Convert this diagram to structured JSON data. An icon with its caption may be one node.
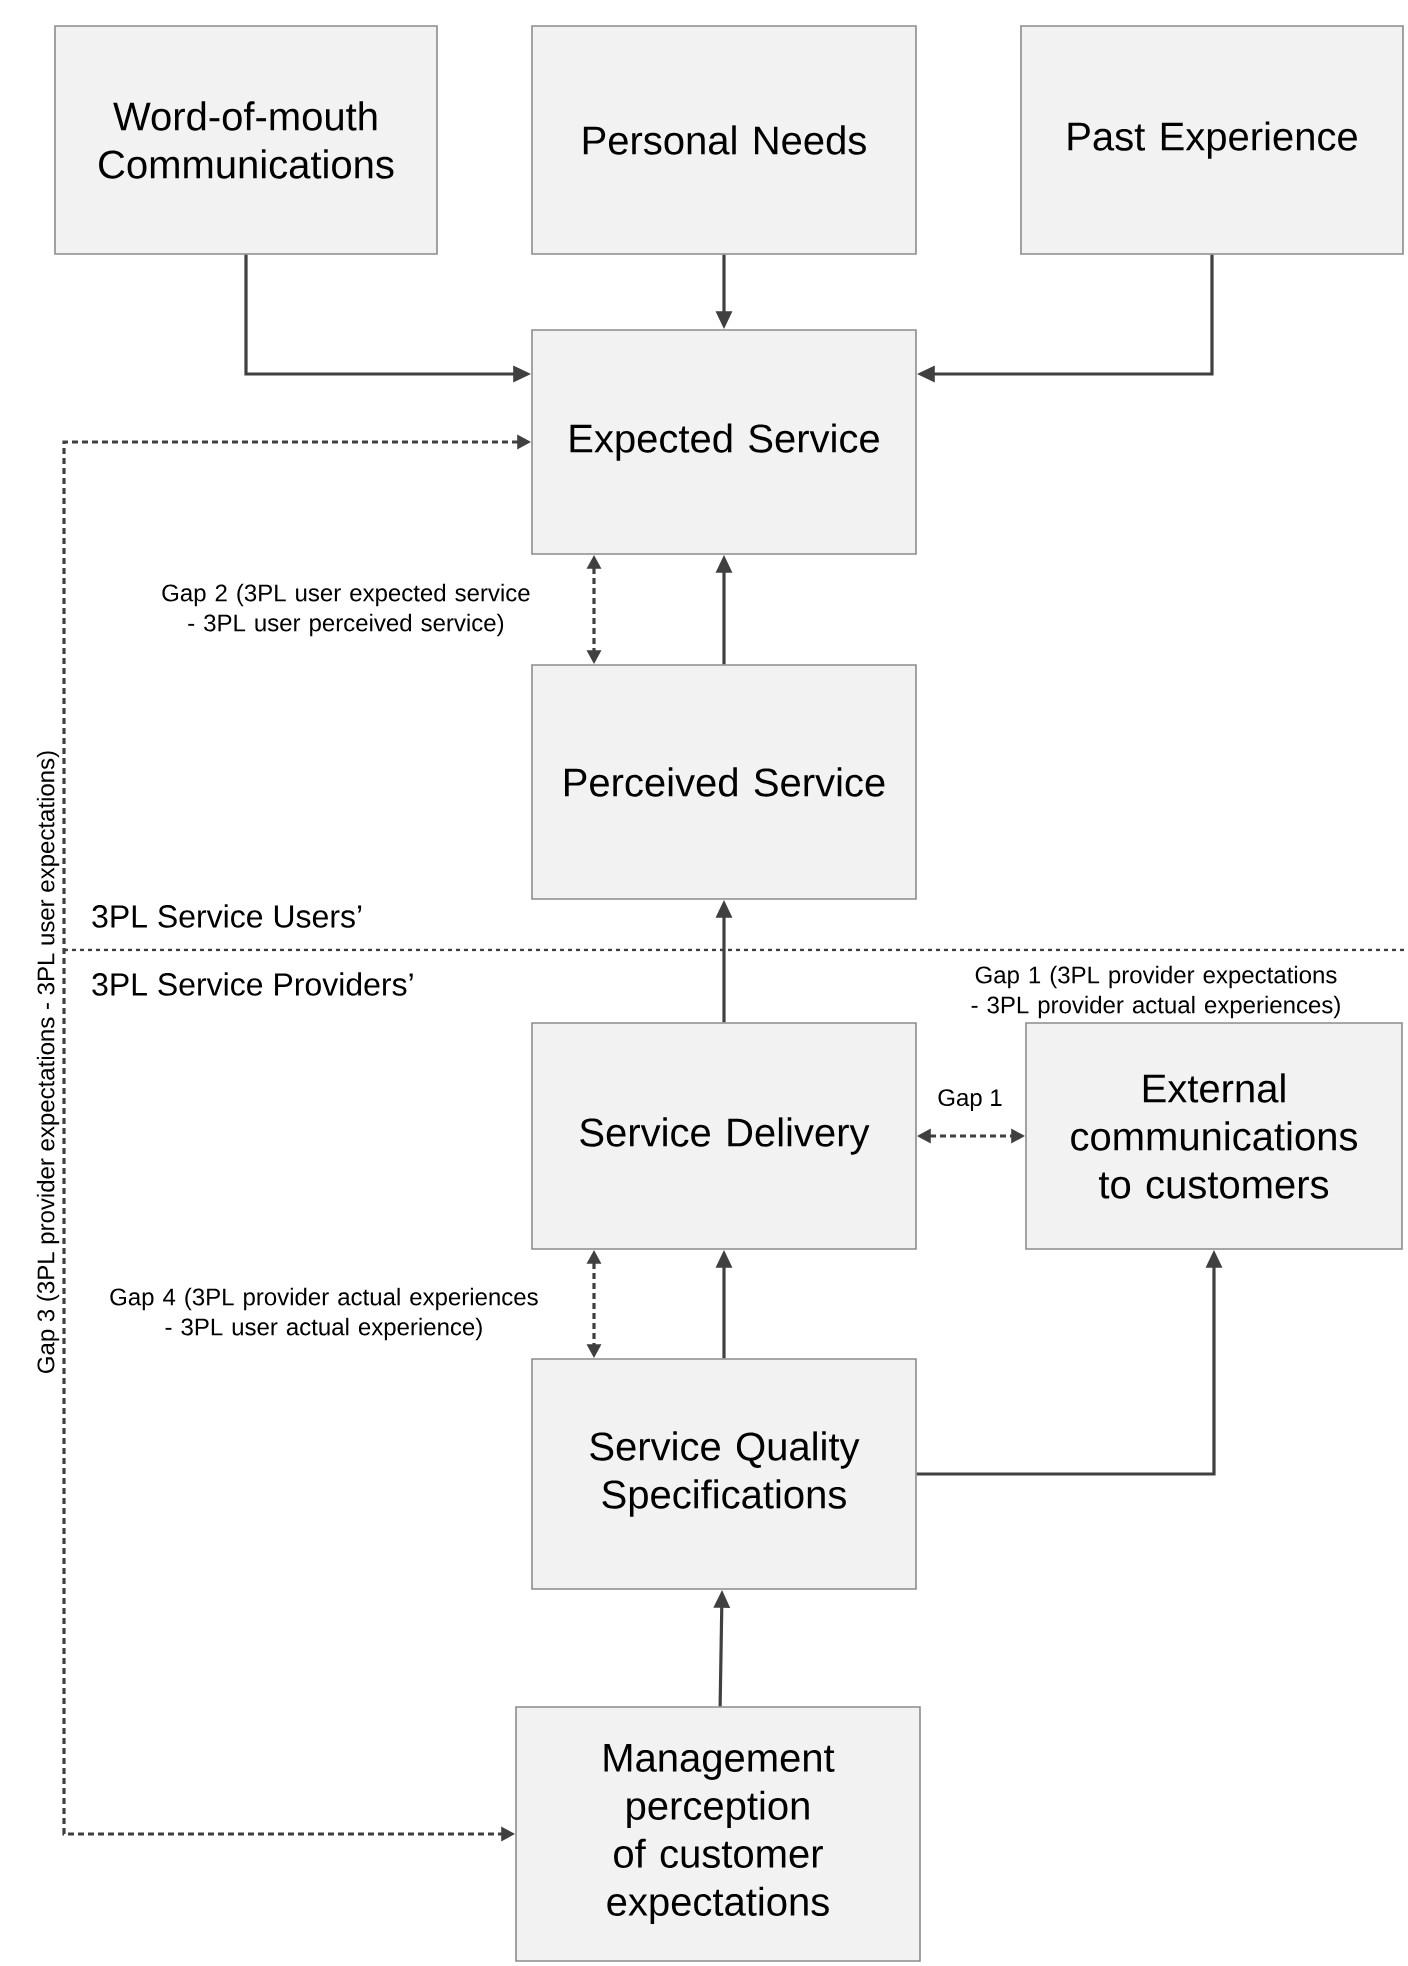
{
  "diagram": {
    "nodes": [
      {
        "text": [
          "Word-of-mouth Communications"
        ]
      },
      {
        "text": [
          "Personal Needs"
        ]
      },
      {
        "text": [
          "Past Experience"
        ]
      },
      {
        "text": [
          "Expected Service"
        ]
      },
      {
        "text": [
          "Perceived Service"
        ]
      },
      {
        "text": [
          "Service Delivery"
        ]
      },
      {
        "text": [
          "External communications to customers"
        ]
      },
      {
        "text": [
          "Service Quality Specifications"
        ]
      },
      {
        "text": [
          "Management perception of customer expectations"
        ]
      }
    ],
    "edges": [
      {
        "from": 0,
        "to": 3,
        "arrow": "to"
      },
      {
        "from": 1,
        "to": 3,
        "arrow": "to"
      },
      {
        "from": 2,
        "to": 3,
        "arrow": "to"
      },
      {
        "from": 3,
        "to": 4,
        "arrow": "both",
        "style": "dashed",
        "label": "Gap 2 (3PL user expected service - 3PL user perceived service)"
      },
      {
        "from": 4,
        "to": 3,
        "arrow": "to"
      },
      {
        "from": 5,
        "to": 4,
        "arrow": "to"
      },
      {
        "from": 5,
        "to": 6,
        "arrow": "both",
        "style": "dashed",
        "label": "Gap 1"
      },
      {
        "from": 5,
        "to": 7,
        "arrow": "both",
        "style": "dashed",
        "label": "Gap 4 (3PL provider actual experiences - 3PL user actual experience)"
      },
      {
        "from": 7,
        "to": 5,
        "arrow": "to"
      },
      {
        "from": 7,
        "to": 6,
        "arrow": "to"
      },
      {
        "from": 8,
        "to": 7,
        "arrow": "to"
      },
      {
        "from": 3,
        "to": 8,
        "arrow": "both",
        "style": "dashed",
        "label": "Gap 3 (3PL provider expectations - 3PL user expectations)"
      }
    ],
    "labels": [
      "3PL Service Users’",
      "3PL Service Providers’",
      "Gap 1 (3PL provider expectations - 3PL provider actual experiences)"
    ]
  }
}
